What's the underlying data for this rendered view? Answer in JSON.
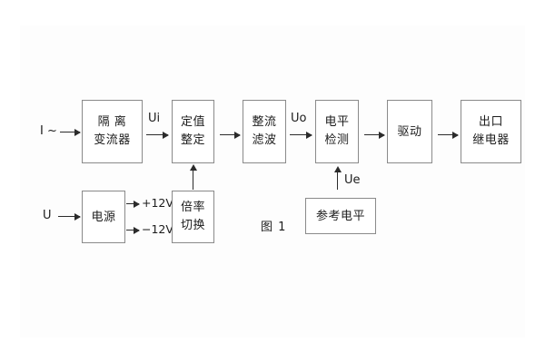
{
  "figure": {
    "caption": "图 1",
    "inputs": [
      {
        "name": "current-input",
        "label": "I ~"
      },
      {
        "name": "voltage-input",
        "label": "U"
      }
    ],
    "blocks": [
      {
        "id": "isolation-ct",
        "lines": [
          "隔 离",
          "变流器"
        ]
      },
      {
        "id": "setting-value",
        "lines": [
          "定值",
          "整定"
        ]
      },
      {
        "id": "rectify-filter",
        "lines": [
          "整流",
          "滤波"
        ]
      },
      {
        "id": "level-detect",
        "lines": [
          "电平",
          "检测"
        ]
      },
      {
        "id": "drive",
        "lines": [
          "驱动"
        ]
      },
      {
        "id": "output-relay",
        "lines": [
          "出口",
          "继电器"
        ]
      },
      {
        "id": "power-supply",
        "lines": [
          "电源"
        ]
      },
      {
        "id": "multiplier-switch",
        "lines": [
          "倍率",
          "切换"
        ]
      },
      {
        "id": "reference-level",
        "lines": [
          "参考电平"
        ]
      }
    ],
    "signals": [
      {
        "id": "ui",
        "label": "Ui"
      },
      {
        "id": "uo",
        "label": "Uo"
      },
      {
        "id": "ue",
        "label": "Ue"
      }
    ],
    "rails": [
      {
        "id": "rail-pos",
        "label": "+12V"
      },
      {
        "id": "rail-neg",
        "label": "−12V"
      }
    ],
    "colors": {
      "background": "#ffffff",
      "block_border": "#8a8a8a",
      "arrow": "#2b2b2b",
      "text": "#1c1c1c"
    }
  }
}
